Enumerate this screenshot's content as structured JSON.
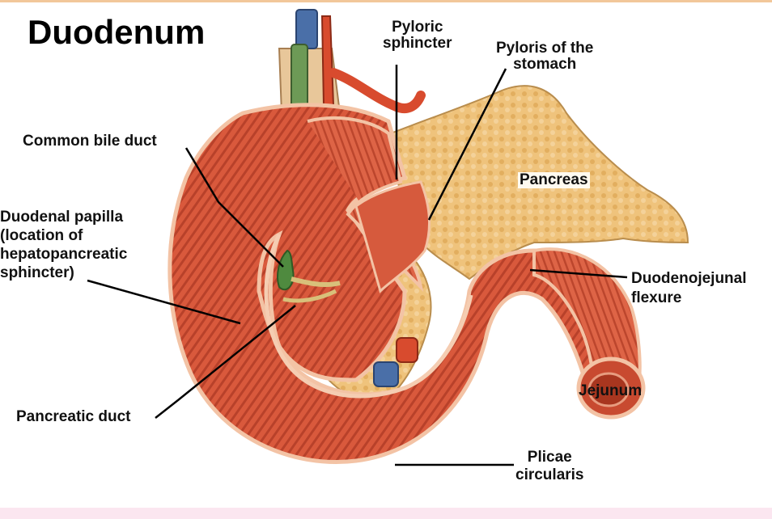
{
  "title": "Duodenum",
  "labels": {
    "pyloric_sphincter": [
      "Pyloric",
      "sphincter"
    ],
    "pyloris_of_stomach": [
      "Pyloris of the",
      "stomach"
    ],
    "common_bile_duct": "Common bile duct",
    "duodenal_papilla": [
      "Duodenal papilla",
      "(location of",
      "hepatopancreatic",
      "sphincter)"
    ],
    "pancreas": "Pancreas",
    "duodenojejunal_flexure": [
      "Duodenojejunal",
      "flexure"
    ],
    "jejunum": "Jejunum",
    "pancreatic_duct": "Pancreatic duct",
    "plicae_circularis": [
      "Plicae",
      "circularis"
    ]
  },
  "colors": {
    "duodenum_outer": "#e06a47",
    "duodenum_inner": "#c94b33",
    "pancreas": "#eec37a",
    "bile_duct": "#4f8a3f",
    "vein": "#4a6fa8",
    "artery": "#d84b2e",
    "leader_line": "#000000"
  }
}
